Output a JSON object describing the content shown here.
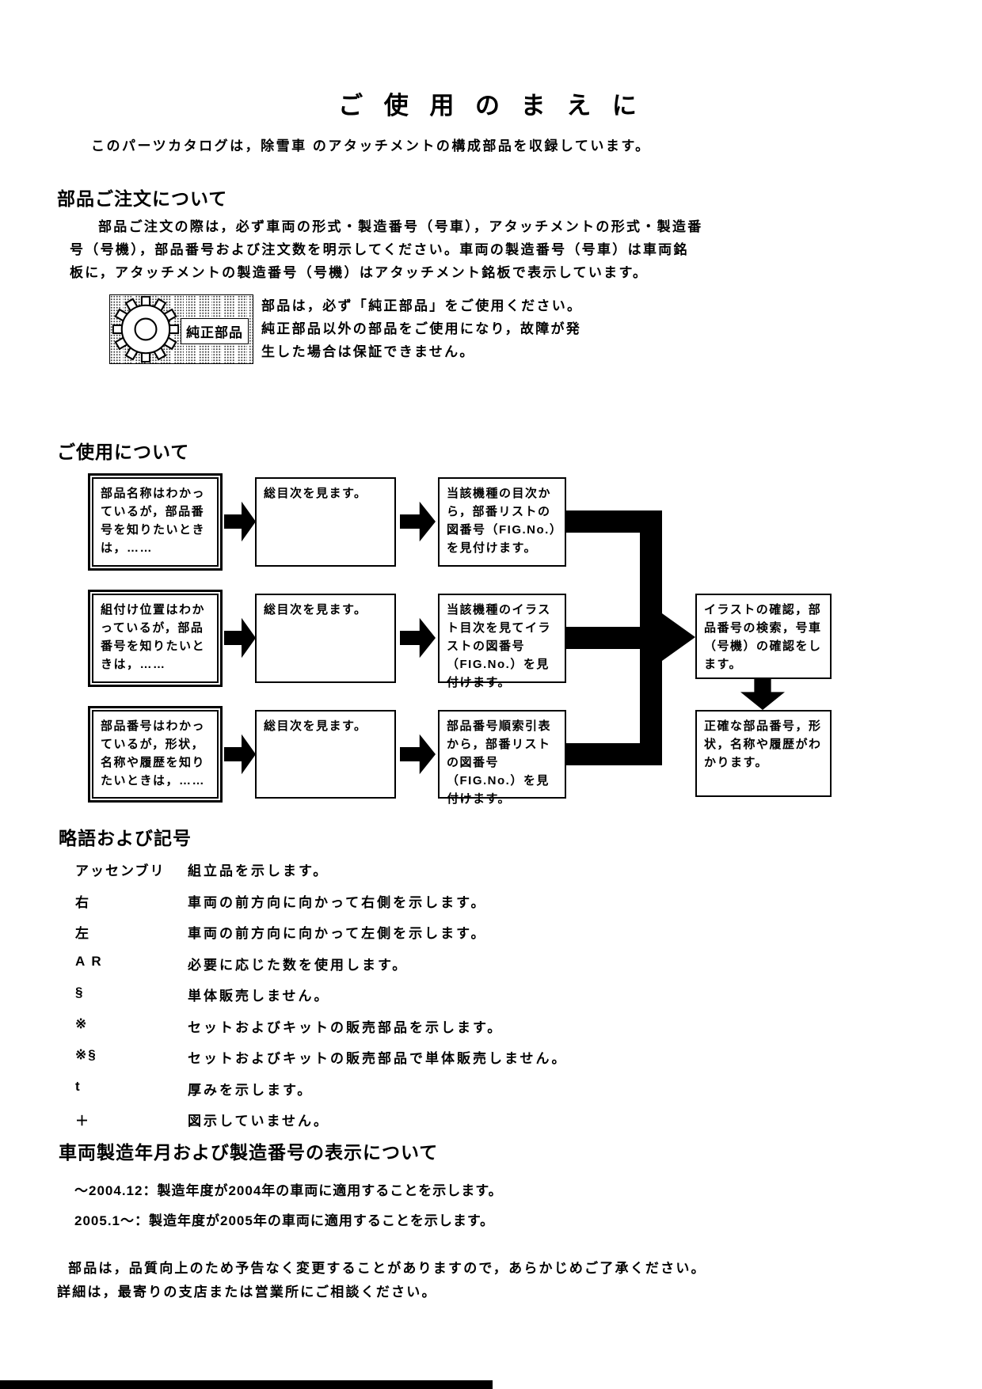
{
  "page_title": "ご 使 用 の ま え に",
  "intro": "このパーツカタログは，除雪車 のアタッチメントの構成部品を収録しています。",
  "ordering": {
    "heading": "部品ご注文について",
    "body_lines": [
      "部品ご注文の際は，必ず車両の形式・製造番号（号車），アタッチメントの形式・製造番",
      "号（号機），部品番号および注文数を明示してください。車両の製造番号（号車）は車両銘",
      "板に，アタッチメントの製造番号（号機）はアタッチメント銘板で表示しています。"
    ],
    "genuine": {
      "label": "純正部品",
      "note_lines": [
        "部品は，必ず「純正部品」をご使用ください。",
        "純正部品以外の部品をご使用になり，故障が発",
        "生した場合は保証できません。"
      ]
    }
  },
  "usage": {
    "heading": "ご使用について",
    "flow_rows": [
      {
        "start": "部品名称はわかっているが，部品番号を知りたいときは，……",
        "step1": "総目次を見ます。",
        "step2": "当該機種の目次から，部番リストの図番号（FIG.No.）を見付けます。"
      },
      {
        "start": "組付け位置はわかっているが，部品番号を知りたいときは，……",
        "step1": "総目次を見ます。",
        "step2": "当該機種のイラスト目次を見てイラストの図番号（FIG.No.）を見付けます。"
      },
      {
        "start": "部品番号はわかっているが，形状，名称や履歴を知りたいときは，……",
        "step1": "総目次を見ます。",
        "step2": "部品番号順索引表から，部番リストの図番号（FIG.No.）を見付けます。"
      }
    ],
    "result_confirm": "イラストの確認，部品番号の検索，号車（号機）の確認をします。",
    "result_final": "正確な部品番号，形状，名称や履歴がわかります。"
  },
  "abbreviations": {
    "heading": "略語および記号",
    "items": [
      {
        "term": "アッセンブリ",
        "desc": "組立品を示します。"
      },
      {
        "term": "右",
        "desc": "車両の前方向に向かって右側を示します。"
      },
      {
        "term": "左",
        "desc": "車両の前方向に向かって左側を示します。"
      },
      {
        "term": "A R",
        "desc": "必要に応じた数を使用します。"
      },
      {
        "term": "§",
        "desc": "単体販売しません。"
      },
      {
        "term": "※",
        "desc": "セットおよびキットの販売部品を示します。"
      },
      {
        "term": "※§",
        "desc": "セットおよびキットの販売部品で単体販売しません。"
      },
      {
        "term": "t",
        "desc": "厚みを示します。"
      },
      {
        "term": "＋",
        "desc": "図示していません。"
      }
    ]
  },
  "manufacture": {
    "heading": "車両製造年月および製造番号の表示について",
    "lines": [
      "～2004.12：製造年度が2004年の車両に適用することを示します。",
      "2005.1～：製造年度が2005年の車両に適用することを示します。"
    ]
  },
  "footer_lines": [
    "部品は，品質向上のため予告なく変更することがありますので，あらかじめご了承ください。",
    "詳細は，最寄りの支店または営業所にご相談ください。"
  ]
}
